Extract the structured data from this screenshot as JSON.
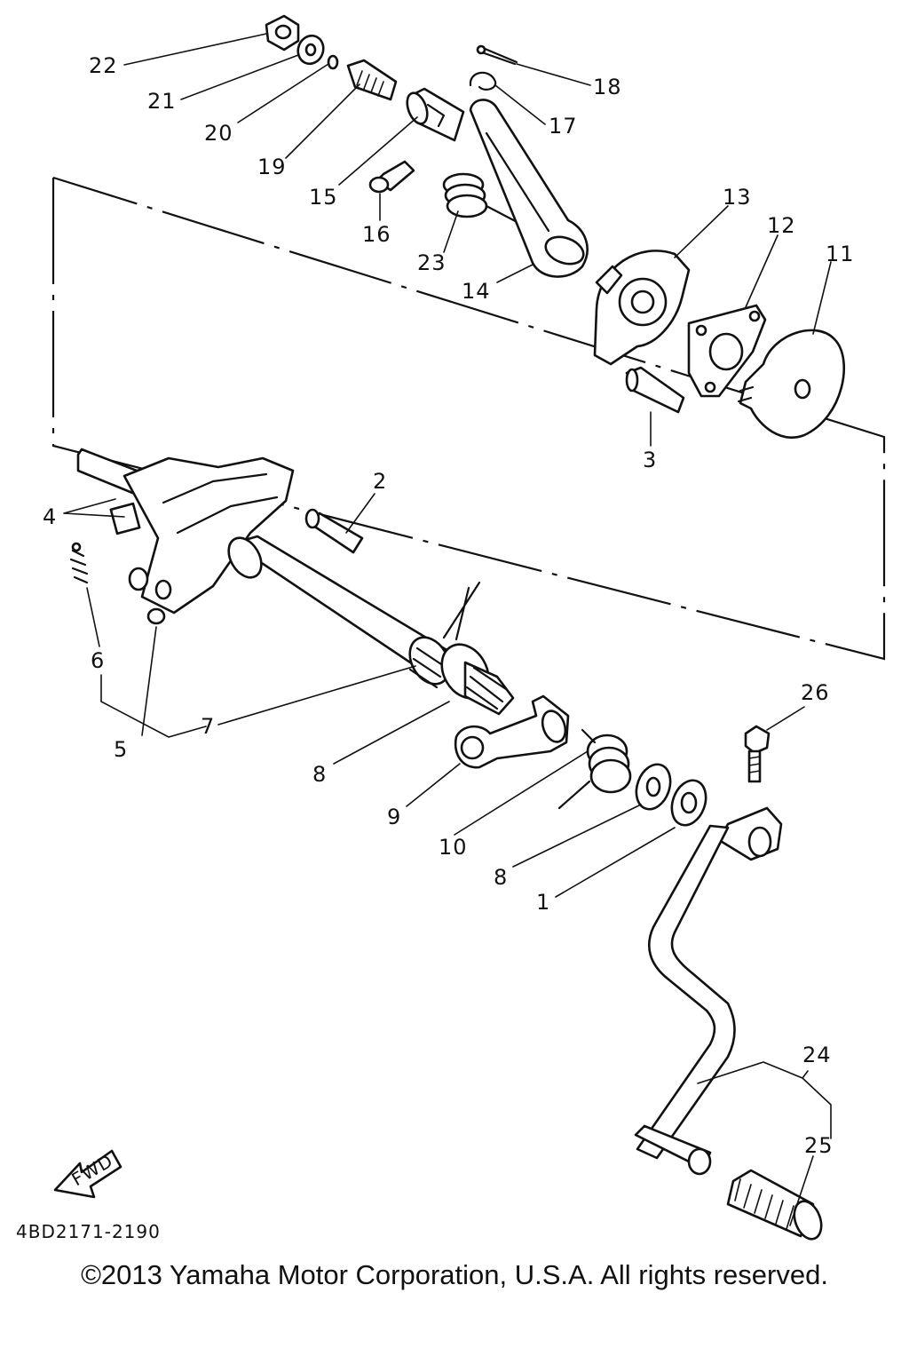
{
  "callouts": [
    "22",
    "21",
    "20",
    "19",
    "15",
    "16",
    "23",
    "14",
    "18",
    "17",
    "13",
    "12",
    "11",
    "3",
    "2",
    "4",
    "6",
    "5",
    "7",
    "8",
    "9",
    "10",
    "8",
    "1",
    "26",
    "24",
    "25"
  ],
  "fwd_label": "FWD",
  "diagram_code": "4BD2171-2190",
  "copyright": "©2013 Yamaha Motor Corporation, U.S.A. All rights reserved."
}
